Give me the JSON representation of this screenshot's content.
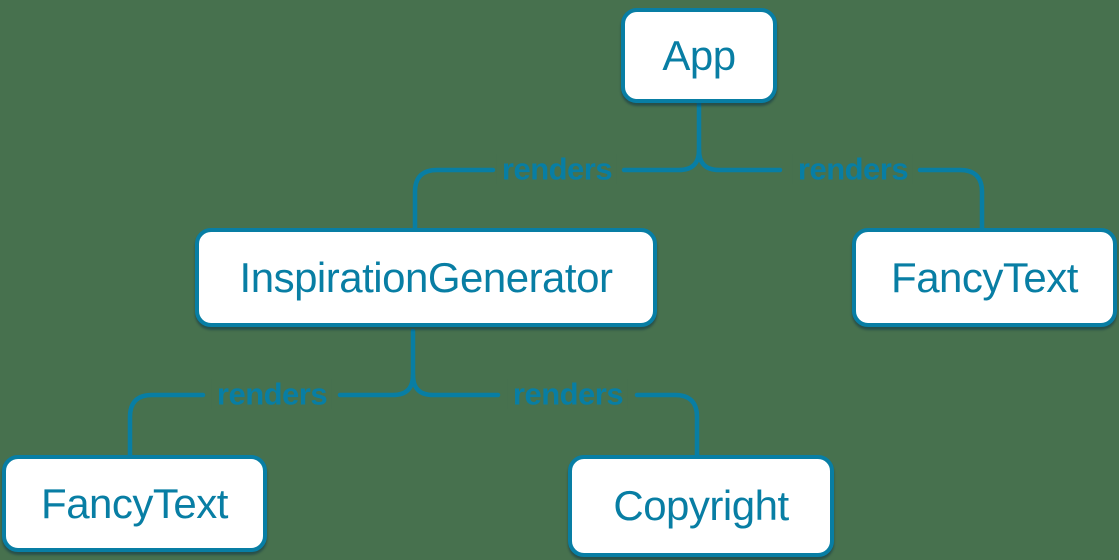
{
  "diagram": {
    "type": "component-render-tree",
    "colors": {
      "background": "#47714e",
      "accent": "#087ea4",
      "node_fill": "#ffffff"
    },
    "nodes": [
      {
        "id": "app",
        "label": "App"
      },
      {
        "id": "inspiration-generator",
        "label": "InspirationGenerator"
      },
      {
        "id": "fancy-text-top",
        "label": "FancyText"
      },
      {
        "id": "fancy-text-bottom",
        "label": "FancyText"
      },
      {
        "id": "copyright",
        "label": "Copyright"
      }
    ],
    "edges": [
      {
        "from": "App",
        "to": "InspirationGenerator",
        "label": "renders"
      },
      {
        "from": "App",
        "to": "FancyText",
        "label": "renders"
      },
      {
        "from": "InspirationGenerator",
        "to": "FancyText",
        "label": "renders"
      },
      {
        "from": "InspirationGenerator",
        "to": "Copyright",
        "label": "renders"
      }
    ]
  }
}
